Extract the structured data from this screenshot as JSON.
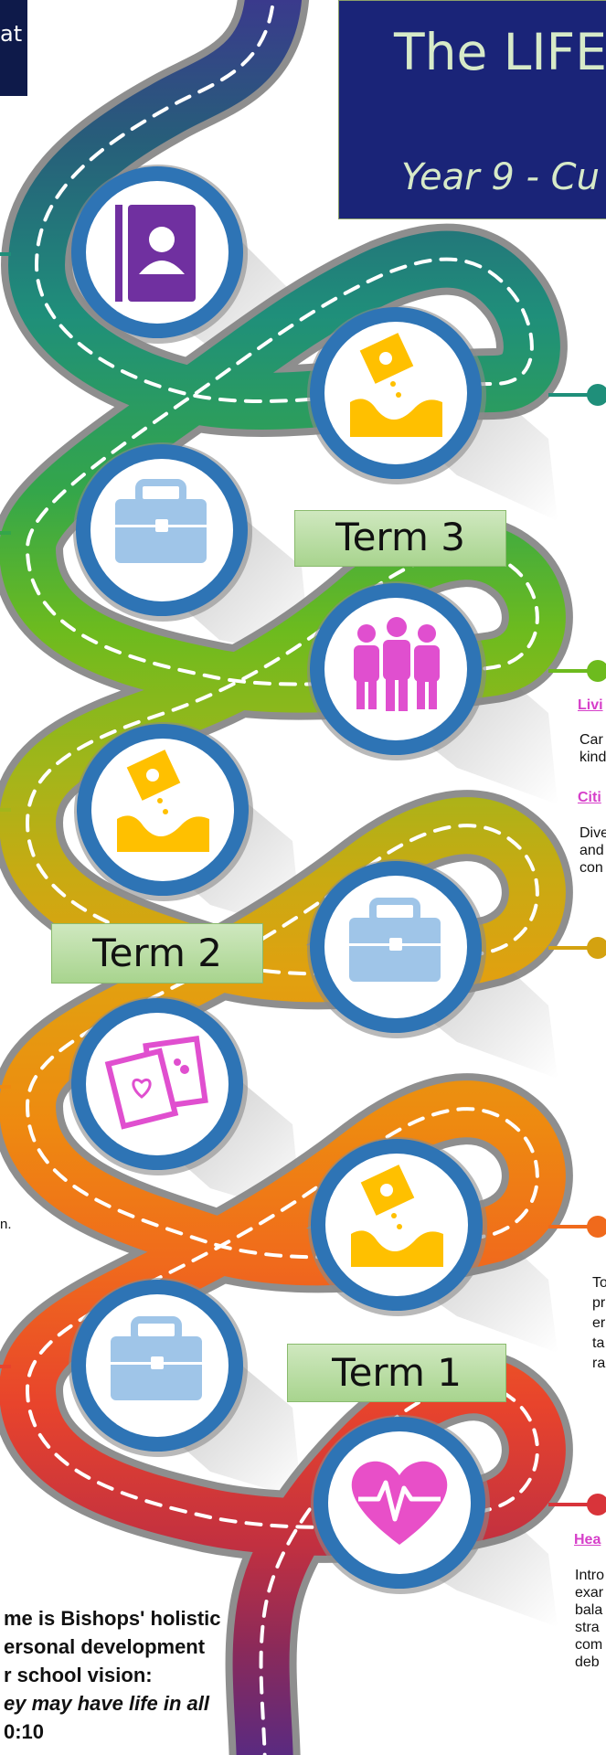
{
  "header": {
    "corner_text": "at",
    "title": "The LIFE",
    "subtitle": "Year 9 - Cu"
  },
  "terms": {
    "term3": "Term 3",
    "term2": "Term 2",
    "term1": "Term 1"
  },
  "side_text": {
    "living_heading": "Livi",
    "living_lines": [
      "Car",
      "kind"
    ],
    "citizenship_heading": "Citi",
    "citizenship_lines": [
      "Dive",
      "and",
      "con"
    ],
    "career_lines": [
      "To",
      "pr",
      "er",
      "ta",
      "ra"
    ],
    "health_heading": "Hea",
    "health_lines": [
      "Intro",
      "exar",
      "bala",
      "stra",
      "com",
      "deb"
    ],
    "left_fragment": "n."
  },
  "statement": {
    "line1": "me is Bishops' holistic",
    "line2": "ersonal development",
    "line3": "r school vision:",
    "line4": "ey may have life in all",
    "line5": "0:10"
  },
  "icons": [
    "contact-book-icon",
    "seed-planting-icon",
    "briefcase-icon",
    "people-group-icon",
    "seed-planting-icon",
    "briefcase-icon",
    "photo-cards-icon",
    "seed-planting-icon",
    "briefcase-icon",
    "heart-pulse-icon"
  ],
  "colors": {
    "navy": "#1a2478",
    "title_text": "#d7eac8",
    "circle_blue": "#2e74b5",
    "term_fill": "#b9dda3",
    "magenta": "#e04fcf",
    "heading_pink": "#d63fc9",
    "briefcase": "#9fc5e8",
    "seed_yellow": "#ffc000",
    "purple_book": "#7030a0",
    "heart_pink": "#e84fc8"
  }
}
